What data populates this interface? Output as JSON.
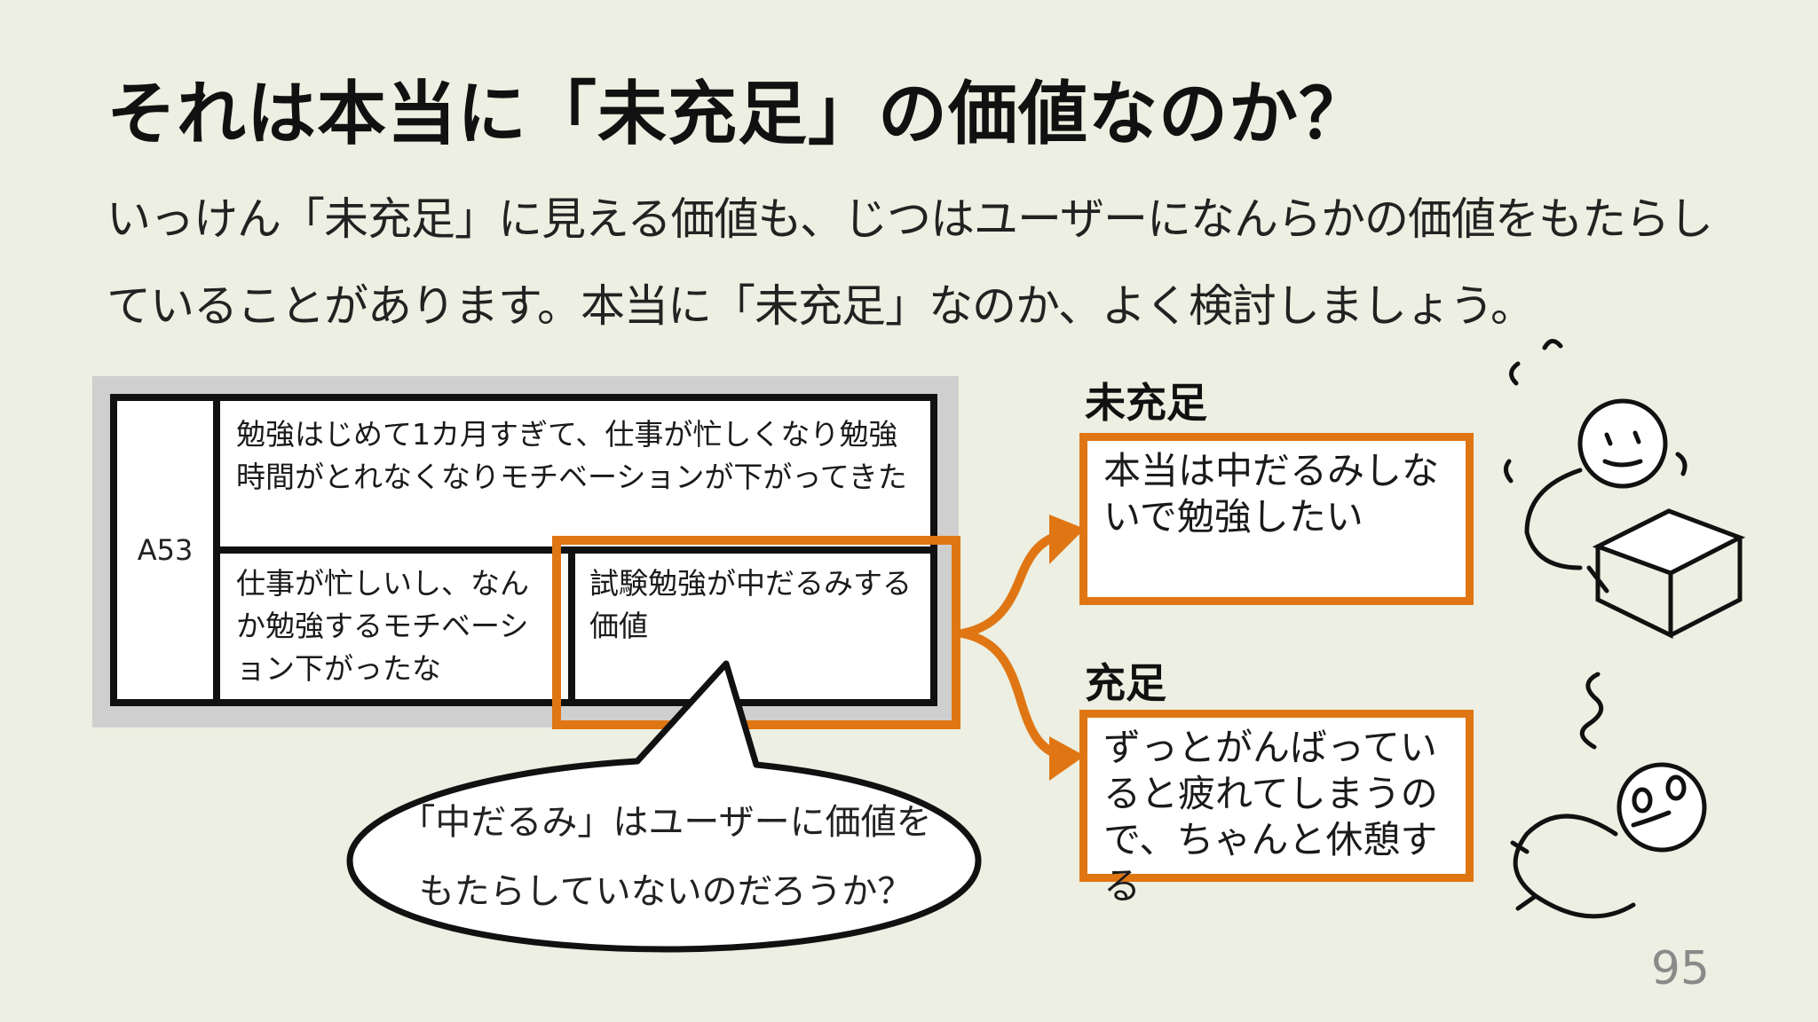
{
  "slide": {
    "title": "それは本当に「未充足」の価値なのか？",
    "lead": "いっけん「未充足」に見える価値も、じつはユーザーになんらかの価値をもたらしていることがあります。本当に「未充足」なのか、よく検討しましょう。",
    "page_number": "95"
  },
  "table": {
    "id": "A53",
    "top_text": "勉強はじめて1カ月すぎて、仕事が忙しくなり勉強時間がとれなくなりモチベーションが下がってきた",
    "bottom_left_text": "仕事が忙しいし、なんか勉強するモチベーション下がったな",
    "bottom_right_text": "試験勉強が中だるみする価値"
  },
  "bubble": {
    "line1": "「中だるみ」はユーザーに価値を",
    "line2": "もたらしていないのだろうか？"
  },
  "unfulfilled": {
    "label": "未充足",
    "text": "本当は中だるみしないで勉強したい"
  },
  "fulfilled": {
    "label": "充足",
    "text": "ずっとがんばっていると疲れてしまうので、ちゃんと休憩する"
  },
  "colors": {
    "accent": "#e07613",
    "background": "#ecefe1"
  }
}
